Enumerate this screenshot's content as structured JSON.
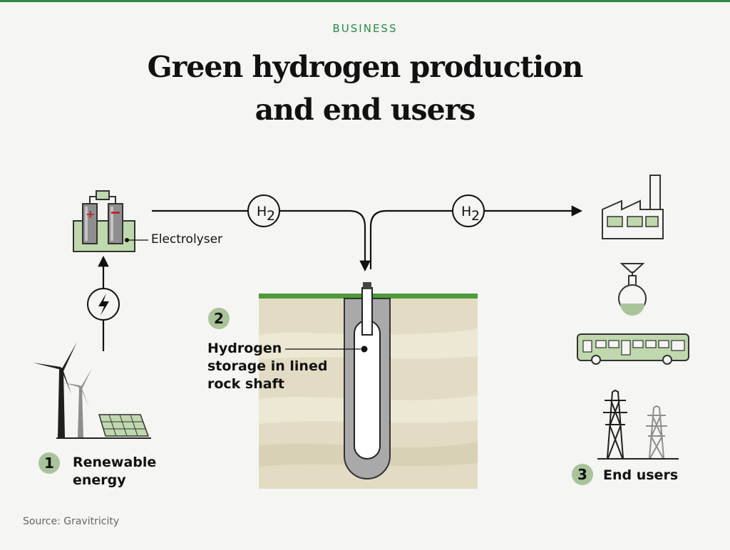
{
  "header": {
    "section": "BUSINESS",
    "title_line1": "Green hydrogen production",
    "title_line2": "and end users"
  },
  "steps": [
    {
      "number": "1",
      "label_line1": "Renewable",
      "label_line2": "energy"
    },
    {
      "number": "2",
      "label_line1": "Hydrogen",
      "label_line2": "storage in lined",
      "label_line3": "rock shaft"
    },
    {
      "number": "3",
      "label_line1": "End users"
    }
  ],
  "electrolyser_label": "Electrolyser",
  "flow_labels": {
    "h": "H",
    "subscript": "2"
  },
  "source": "Source: Gravitricity",
  "colors": {
    "accent_green": "#2a8a4a",
    "badge_green": "#a9c49a",
    "panel_green": "#bfd8ad",
    "ground_sand": "#e3dcc4",
    "grass": "#4f9a3a"
  },
  "icons": [
    "wind-turbine-icon",
    "solar-panel-icon",
    "lightning-icon",
    "electrolyser-icon",
    "factory-icon",
    "flask-icon",
    "bus-icon",
    "pylon-icon"
  ]
}
